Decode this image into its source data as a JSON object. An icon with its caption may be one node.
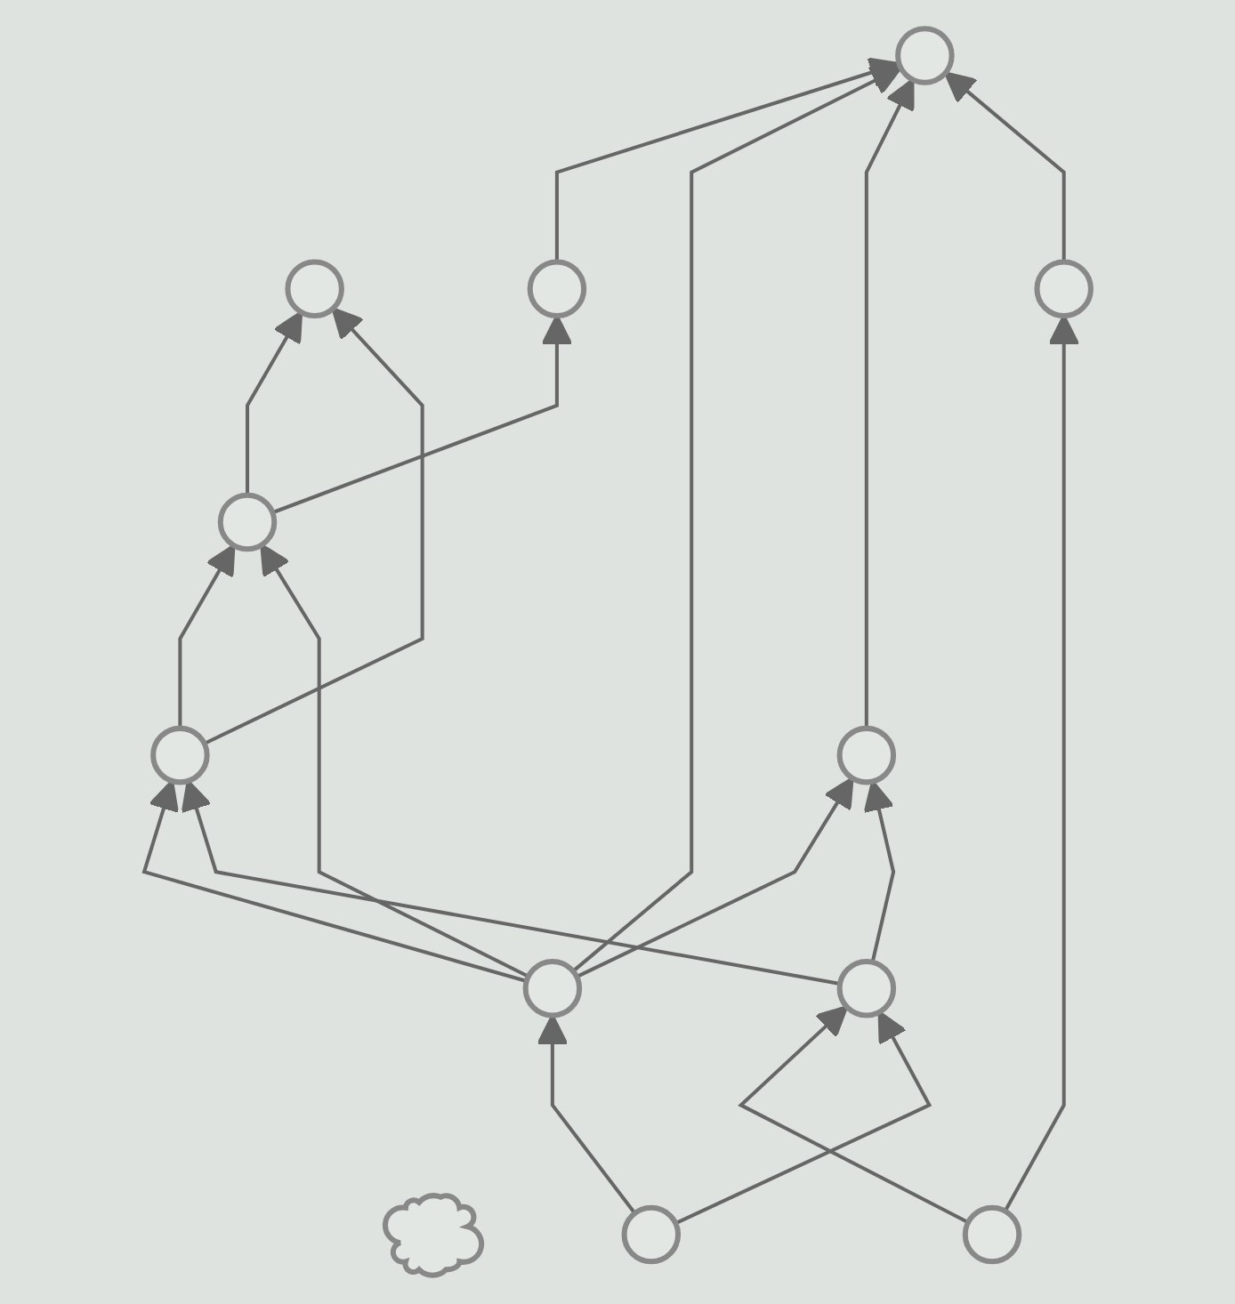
{
  "diagram": {
    "nodes": [
      {
        "text": [],
        "shape": "circle"
      },
      {
        "text": [],
        "shape": "cloud"
      },
      {
        "text": [],
        "shape": "circle"
      },
      {
        "text": [],
        "shape": "circle"
      },
      {
        "text": [],
        "shape": "circle"
      },
      {
        "text": [],
        "shape": "circle"
      },
      {
        "text": [],
        "shape": "circle"
      },
      {
        "text": [],
        "shape": "circle"
      },
      {
        "text": [],
        "shape": "circle"
      },
      {
        "text": [],
        "shape": "circle"
      },
      {
        "text": [],
        "shape": "circle"
      },
      {
        "text": [],
        "shape": "circle"
      }
    ],
    "edges": [
      {
        "from": 3,
        "to": 0,
        "arrow": "to"
      },
      {
        "from": 4,
        "to": 3,
        "arrow": "to"
      },
      {
        "from": 4,
        "to": 2,
        "arrow": "to"
      },
      {
        "from": 7,
        "to": 2,
        "arrow": "to"
      },
      {
        "from": 7,
        "to": 4,
        "arrow": "to"
      },
      {
        "from": 8,
        "to": 4,
        "arrow": "to"
      },
      {
        "from": 8,
        "to": 0,
        "arrow": "to"
      },
      {
        "from": 6,
        "to": 0,
        "arrow": "to"
      },
      {
        "from": 5,
        "to": 0,
        "arrow": "to"
      },
      {
        "from": 8,
        "to": 6,
        "arrow": "to"
      },
      {
        "from": 8,
        "to": 7,
        "arrow": "to"
      },
      {
        "from": 10,
        "to": 5,
        "arrow": "to"
      },
      {
        "from": 10,
        "to": 9,
        "arrow": "to"
      },
      {
        "from": 9,
        "to": 6,
        "arrow": "to"
      },
      {
        "from": 9,
        "to": 7,
        "arrow": "to"
      },
      {
        "from": 11,
        "to": 8,
        "arrow": "to"
      },
      {
        "from": 11,
        "to": 9,
        "arrow": "to"
      }
    ]
  }
}
